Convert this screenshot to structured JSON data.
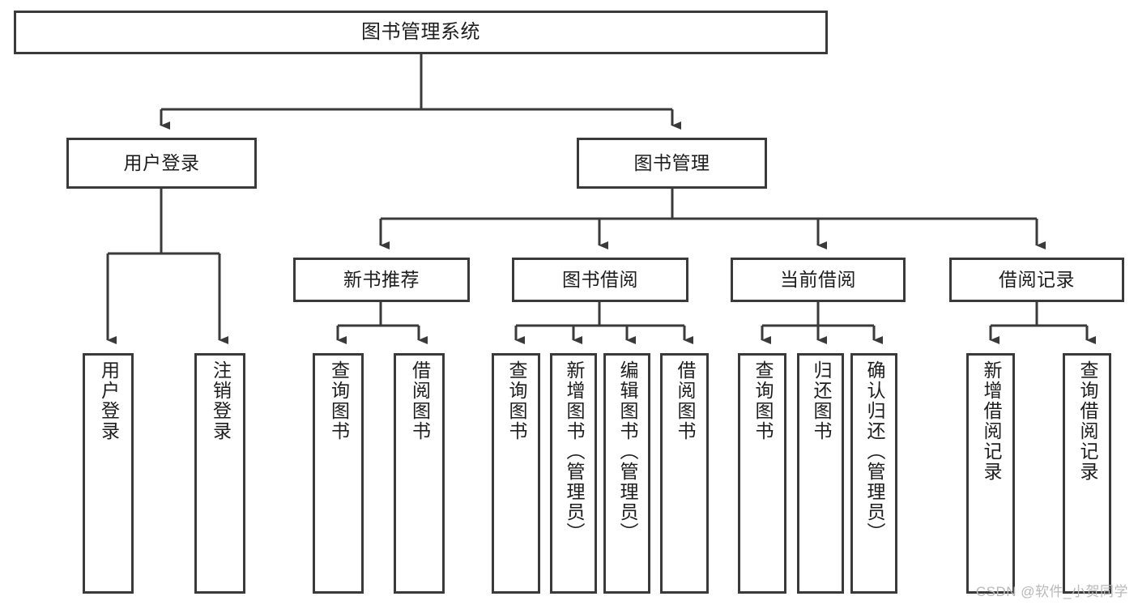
{
  "diagram": {
    "type": "tree-hierarchy-chart",
    "title": "图书管理系统",
    "watermark": "CSDN @软件_小贺同学",
    "colors": {
      "box_border": "#3a3a3a",
      "box_fill": "#ffffff",
      "connector": "#3a3a3a",
      "text": "#1d1d1d",
      "watermark": "#b8b8b8"
    },
    "nodes": {
      "root": {
        "label": "图书管理系统",
        "level": 1
      },
      "l2": [
        {
          "id": "user-login",
          "label": "用户登录",
          "level": 2
        },
        {
          "id": "book-management",
          "label": "图书管理",
          "level": 2
        }
      ],
      "l3": [
        {
          "id": "new-book-recommend",
          "label": "新书推荐",
          "level": 3,
          "parent": "book-management"
        },
        {
          "id": "book-borrow",
          "label": "图书借阅",
          "level": 3,
          "parent": "book-management"
        },
        {
          "id": "current-borrow",
          "label": "当前借阅",
          "level": 3,
          "parent": "book-management"
        },
        {
          "id": "borrow-record",
          "label": "借阅记录",
          "level": 3,
          "parent": "book-management"
        }
      ],
      "leaves": [
        {
          "id": "leaf-user-login",
          "label": "用户登录",
          "parent": "user-login"
        },
        {
          "id": "leaf-user-logout",
          "label": "注销登录",
          "parent": "user-login"
        },
        {
          "id": "leaf-query-book-1",
          "label": "查询图书",
          "parent": "new-book-recommend"
        },
        {
          "id": "leaf-borrow-book-1",
          "label": "借阅图书",
          "parent": "new-book-recommend"
        },
        {
          "id": "leaf-query-book-2",
          "label": "查询图书",
          "parent": "book-borrow"
        },
        {
          "id": "leaf-add-book",
          "label": "新增图书（管理员）",
          "parent": "book-borrow"
        },
        {
          "id": "leaf-edit-book",
          "label": "编辑图书（管理员）",
          "parent": "book-borrow"
        },
        {
          "id": "leaf-borrow-book-2",
          "label": "借阅图书",
          "parent": "book-borrow"
        },
        {
          "id": "leaf-query-book-3",
          "label": "查询图书",
          "parent": "current-borrow"
        },
        {
          "id": "leaf-return-book",
          "label": "归还图书",
          "parent": "current-borrow"
        },
        {
          "id": "leaf-confirm-return",
          "label": "确认归还（管理员）",
          "parent": "current-borrow"
        },
        {
          "id": "leaf-add-record",
          "label": "新增借阅记录",
          "parent": "borrow-record"
        },
        {
          "id": "leaf-query-record",
          "label": "查询借阅记录",
          "parent": "borrow-record"
        }
      ]
    }
  }
}
